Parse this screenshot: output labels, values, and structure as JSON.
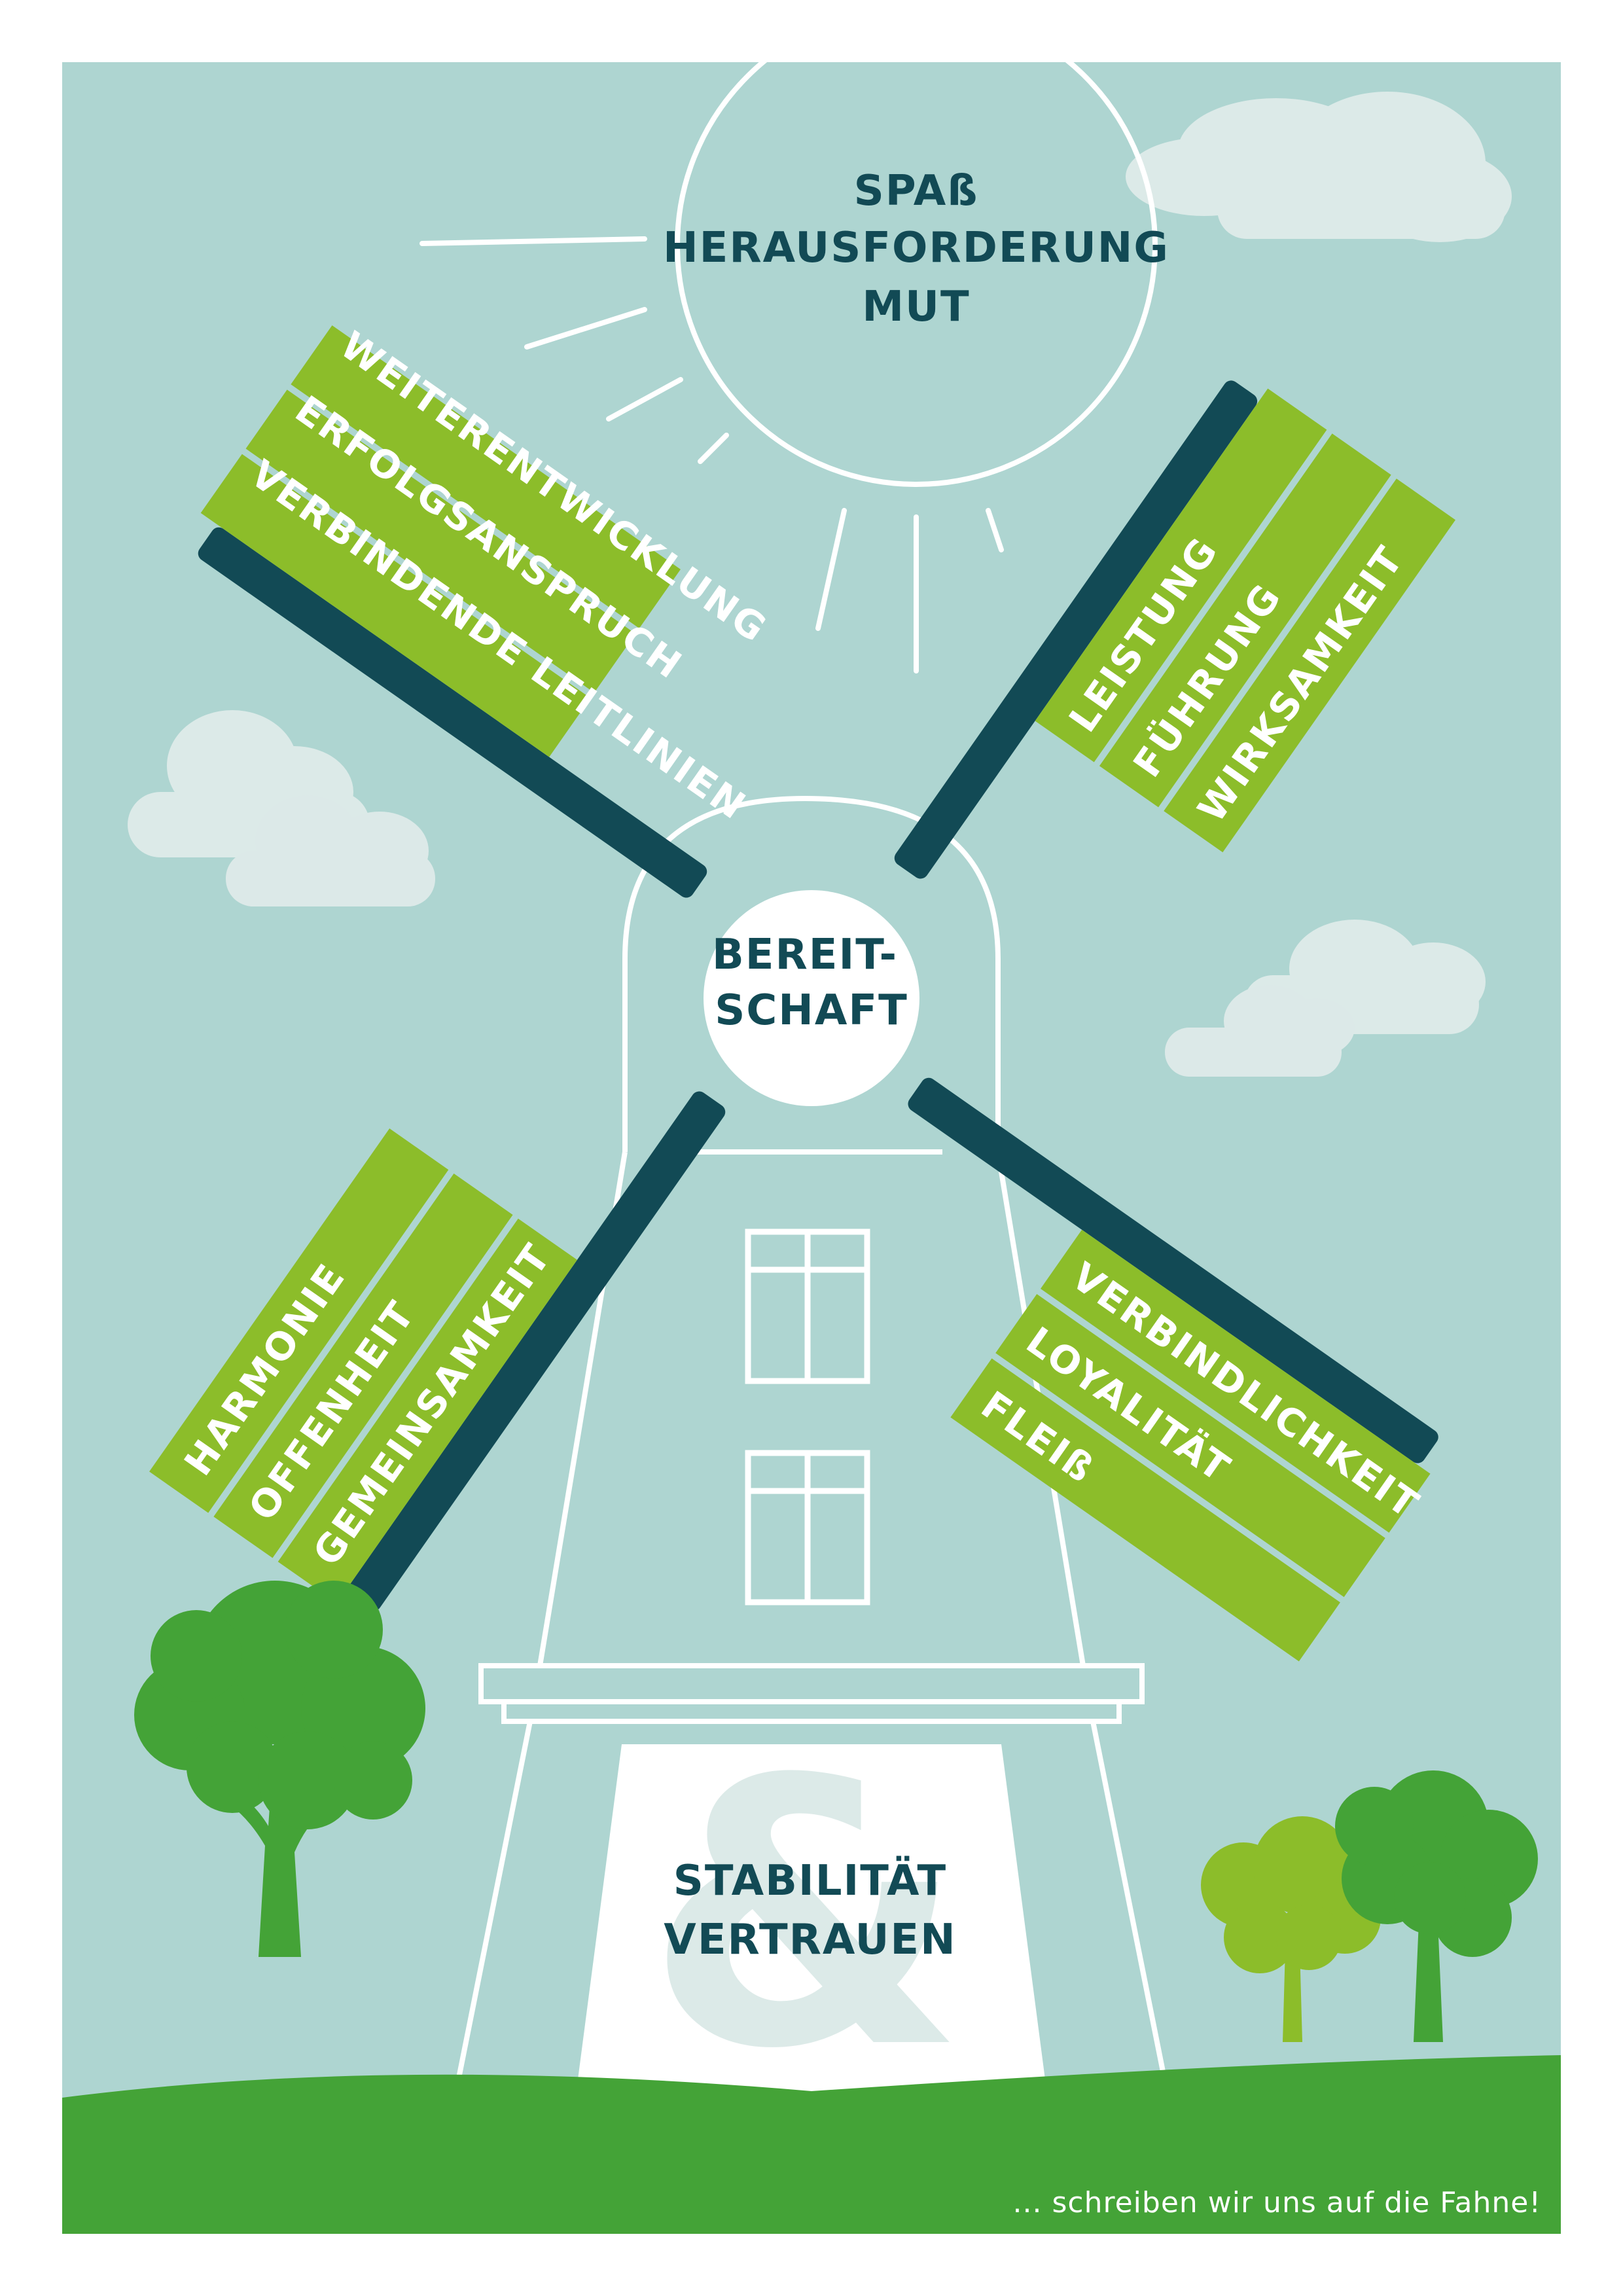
{
  "colors": {
    "sky": "#aed5d1",
    "green_light": "#8cbd2a",
    "green_dark": "#44a337",
    "green_mid": "#7fc12e",
    "navy": "#124a55",
    "white": "#ffffff",
    "cloud": "#dceae8"
  },
  "sun": {
    "lines": [
      "SPAß",
      "HERAUSFORDERUNG",
      "MUT"
    ]
  },
  "hub": {
    "lines": [
      "BEREIT-",
      "SCHAFT"
    ]
  },
  "base": {
    "lines": [
      "STABILITÄT",
      "VERTRAUEN"
    ],
    "symbol": "&"
  },
  "blades": {
    "top_left": [
      "WEITERENTWICKLUNG",
      "ERFOLGSANSPRUCH",
      "VERBINDENDE LEITLINIEN"
    ],
    "top_right": [
      "LEISTUNG",
      "FÜHRUNG",
      "WIRKSAMKEIT"
    ],
    "bottom_left": [
      "HARMONIE",
      "OFFENHEIT",
      "GEMEINSAMKEIT"
    ],
    "bottom_right": [
      "VERBINDLICHKEIT",
      "LOYALITÄT",
      "FLEIß"
    ]
  },
  "slogan": "... schreiben wir uns auf die Fahne!"
}
